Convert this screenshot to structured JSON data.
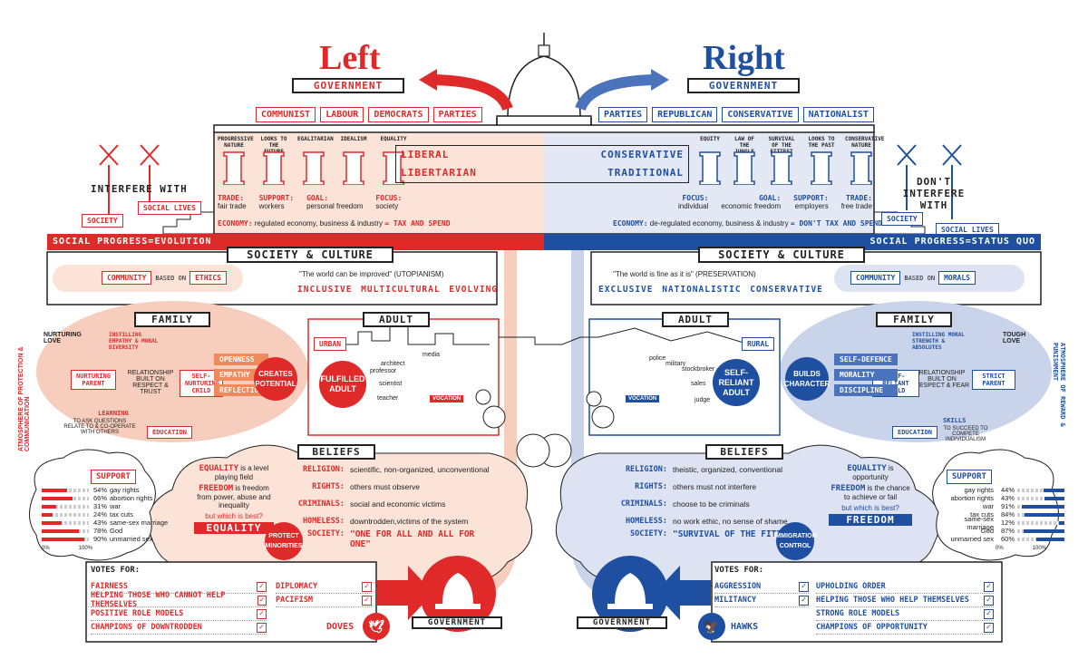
{
  "left": {
    "heading": "Left",
    "government": "GOVERNMENT",
    "parties": [
      "COMMUNIST",
      "LABOUR",
      "DEMOCRATS",
      "PARTIES"
    ],
    "pillars": [
      "PROGRESSIVE NATURE",
      "LOOKS TO THE FUTURE",
      "EGALITARIAN",
      "IDEALISM",
      "EQUALITY"
    ],
    "labels": [
      "LIBERAL",
      "LIBERTARIAN"
    ],
    "interfere": "INTERFERE WITH",
    "society": "SOCIETY",
    "social_lives": "SOCIAL LIVES",
    "trade": {
      "k": "TRADE:",
      "v": "fair trade"
    },
    "support_k": {
      "k": "SUPPORT:",
      "v": "workers"
    },
    "goal": {
      "k": "GOAL:",
      "v": "personal freedom"
    },
    "focus": {
      "k": "FOCUS:",
      "v": "society"
    },
    "economy_k": "ECONOMY:",
    "economy_v": "regulated economy, business & industry",
    "economy_tax": "= TAX AND SPEND",
    "progress": "SOCIAL PROGRESS=EVOLUTION",
    "community": "COMMUNITY",
    "based_on": "BASED ON",
    "community_basis": "ETHICS",
    "quote": "\"The world can be improved\" (UTOPIANISM)",
    "values_line": "INCLUSIVE  MULTICULTURAL  EVOLVING",
    "family": "FAMILY",
    "adult": "ADULT",
    "setting": "URBAN",
    "nurturing_love": "NURTURING LOVE",
    "nurturing_parent": "NURTURING PARENT",
    "instilling": "INSTILLING EMPATHY & MORAL DIVERSITY",
    "relationship": "RELATIONSHIP BUILT ON RESPECT & TRUST",
    "child": "SELF-NURTURING CHILD",
    "traits": [
      "OPENNESS",
      "EMPATHY",
      "REFLECTION"
    ],
    "creates": "CREATES POTENTIAL",
    "fulfilled": "FULFILLED ADULT",
    "learning": "LEARNING",
    "learning_sub": "TO ASK QUESTIONS RELATE TO & CO-OPERATE WITH OTHERS",
    "education": "EDUCATION",
    "careers": [
      "architect",
      "media",
      "professor",
      "scientist",
      "teacher"
    ],
    "vocation": "VOCATION",
    "atmosphere": "ATMOSPHERE OF PROTECTION & COMMUNICATION",
    "beliefs": "BELIEFS",
    "equality_def": {
      "k": "EQUALITY",
      "v": "is a level playing field"
    },
    "freedom_def": {
      "k": "FREEDOM",
      "v": "is freedom from power, abuse and inequality"
    },
    "which": "but which is best?",
    "best": "EQUALITY",
    "protect": "PROTECT MINORITIES",
    "support_title": "SUPPORT",
    "support": [
      {
        "pct": "54%",
        "label": "gay rights",
        "v": 54
      },
      {
        "pct": "66%",
        "label": "abortion rights",
        "v": 66
      },
      {
        "pct": "31%",
        "label": "war",
        "v": 31
      },
      {
        "pct": "24%",
        "label": "tax cuts",
        "v": 24
      },
      {
        "pct": "43%",
        "label": "same-sex marriage",
        "v": 43
      },
      {
        "pct": "78%",
        "label": "God",
        "v": 78
      },
      {
        "pct": "90%",
        "label": "unmarried sex",
        "v": 90
      }
    ],
    "axis": [
      "0%",
      "100%"
    ],
    "votes_for": "VOTES FOR:",
    "votes_a": [
      "FAIRNESS",
      "HELPING THOSE WHO CANNOT HELP THEMSELVES",
      "POSITIVE ROLE MODELS",
      "CHAMPIONS OF DOWNTRODDEN"
    ],
    "votes_b": [
      "DIPLOMACY",
      "PACIFISM"
    ],
    "bird": "DOVES"
  },
  "right": {
    "heading": "Right",
    "government": "GOVERNMENT",
    "parties": [
      "PARTIES",
      "REPUBLICAN",
      "CONSERVATIVE",
      "NATIONALIST"
    ],
    "pillars": [
      "EQUITY",
      "LAW OF THE JUNGLE",
      "SURVIVAL OF THE FITTEST",
      "LOOKS TO THE PAST",
      "CONSERVATIVE NATURE"
    ],
    "labels": [
      "CONSERVATIVE",
      "TRADITIONAL"
    ],
    "interfere": "DON'T INTERFERE WITH",
    "society": "SOCIETY",
    "social_lives": "SOCIAL LIVES",
    "focus": {
      "k": "FOCUS:",
      "v": "individual"
    },
    "goal": {
      "k": "GOAL:",
      "v": "economic freedom"
    },
    "support_k": {
      "k": "SUPPORT:",
      "v": "employers"
    },
    "trade": {
      "k": "TRADE:",
      "v": "free trade"
    },
    "economy_k": "ECONOMY:",
    "economy_v": "de-regulated economy, business & industry",
    "economy_tax": "= DON'T TAX AND SPEND",
    "progress": "SOCIAL PROGRESS=STATUS QUO",
    "community": "COMMUNITY",
    "based_on": "BASED ON",
    "community_basis": "MORALS",
    "quote": "\"The world is fine as it is\" (PRESERVATION)",
    "values_line": "EXCLUSIVE  NATIONALISTIC  CONSERVATIVE",
    "family": "FAMILY",
    "adult": "ADULT",
    "setting": "RURAL",
    "tough_love": "TOUGH LOVE",
    "strict_parent": "STRICT PARENT",
    "instilling": "INSTILLING MORAL STRENGTH & ABSOLUTES",
    "relationship": "RELATIONSHIP BUILT ON RESPECT & FEAR",
    "child": "SELF-RELIANT CHILD",
    "traits": [
      "SELF-DEFENCE",
      "MORALITY",
      "DISCIPLINE"
    ],
    "builds": "BUILDS CHARACTER",
    "self_reliant": "SELF-RELIANT ADULT",
    "skills": "SKILLS",
    "skills_sub": "TO SUCCEED TO COMPETE INDIVIDUALISM",
    "education": "EDUCATION",
    "careers": [
      "police",
      "military",
      "stockbroker",
      "sales",
      "judge"
    ],
    "vocation": "VOCATION",
    "atmosphere": "ATMOSPHERE OF REWARD & PUNISHMENT",
    "beliefs": "BELIEFS",
    "equality_def": {
      "k": "EQUALITY",
      "v": "is opportunity"
    },
    "freedom_def": {
      "k": "FREEDOM",
      "v": "is the chance to achieve or fail"
    },
    "which": "but which is best?",
    "best": "FREEDOM",
    "immigration": "IMMIGRATION CONTROL",
    "support_title": "SUPPORT",
    "support": [
      {
        "pct": "44%",
        "label": "gay rights",
        "v": 44
      },
      {
        "pct": "43%",
        "label": "abortion rights",
        "v": 43
      },
      {
        "pct": "91%",
        "label": "war",
        "v": 91
      },
      {
        "pct": "84%",
        "label": "tax cuts",
        "v": 84
      },
      {
        "pct": "12%",
        "label": "same-sex marriage",
        "v": 12
      },
      {
        "pct": "87%",
        "label": "God",
        "v": 87
      },
      {
        "pct": "60%",
        "label": "unmarried sex",
        "v": 60
      }
    ],
    "axis": [
      "0%",
      "100%"
    ],
    "votes_for": "VOTES FOR:",
    "votes_a": [
      "AGGRESSION",
      "MILITANCY"
    ],
    "votes_b": [
      "UPHOLDING ORDER",
      "HELPING THOSE WHO HELP THEMSELVES",
      "STRONG ROLE MODELS",
      "CHAMPIONS OF OPPORTUNITY"
    ],
    "bird": "HAWKS"
  },
  "center": {
    "society_culture": "SOCIETY & CULTURE",
    "beliefs_rows": [
      {
        "k": "RELIGION:",
        "left": "scientific, non-organized, unconventional",
        "right": "theistic, organized, conventional"
      },
      {
        "k": "RIGHTS:",
        "left": "others must observe",
        "right": "others must not interfere"
      },
      {
        "k": "CRIMINALS:",
        "left": "social and economic victims",
        "right": "choose to be criminals"
      },
      {
        "k": "HOMELESS:",
        "left": "downtrodden,victims of the system",
        "right": "no work ethic, no sense of shame"
      }
    ],
    "society_k": "SOCIETY:",
    "society_left": "\"ONE FOR ALL AND ALL FOR ONE\"",
    "society_right": "\"SURVIVAL OF THE FITTEST\""
  },
  "colors": {
    "red": "#e02a2a",
    "blue": "#1f4fa0",
    "pink": "#f7cdbd",
    "lightblue": "#c9d3ea"
  }
}
